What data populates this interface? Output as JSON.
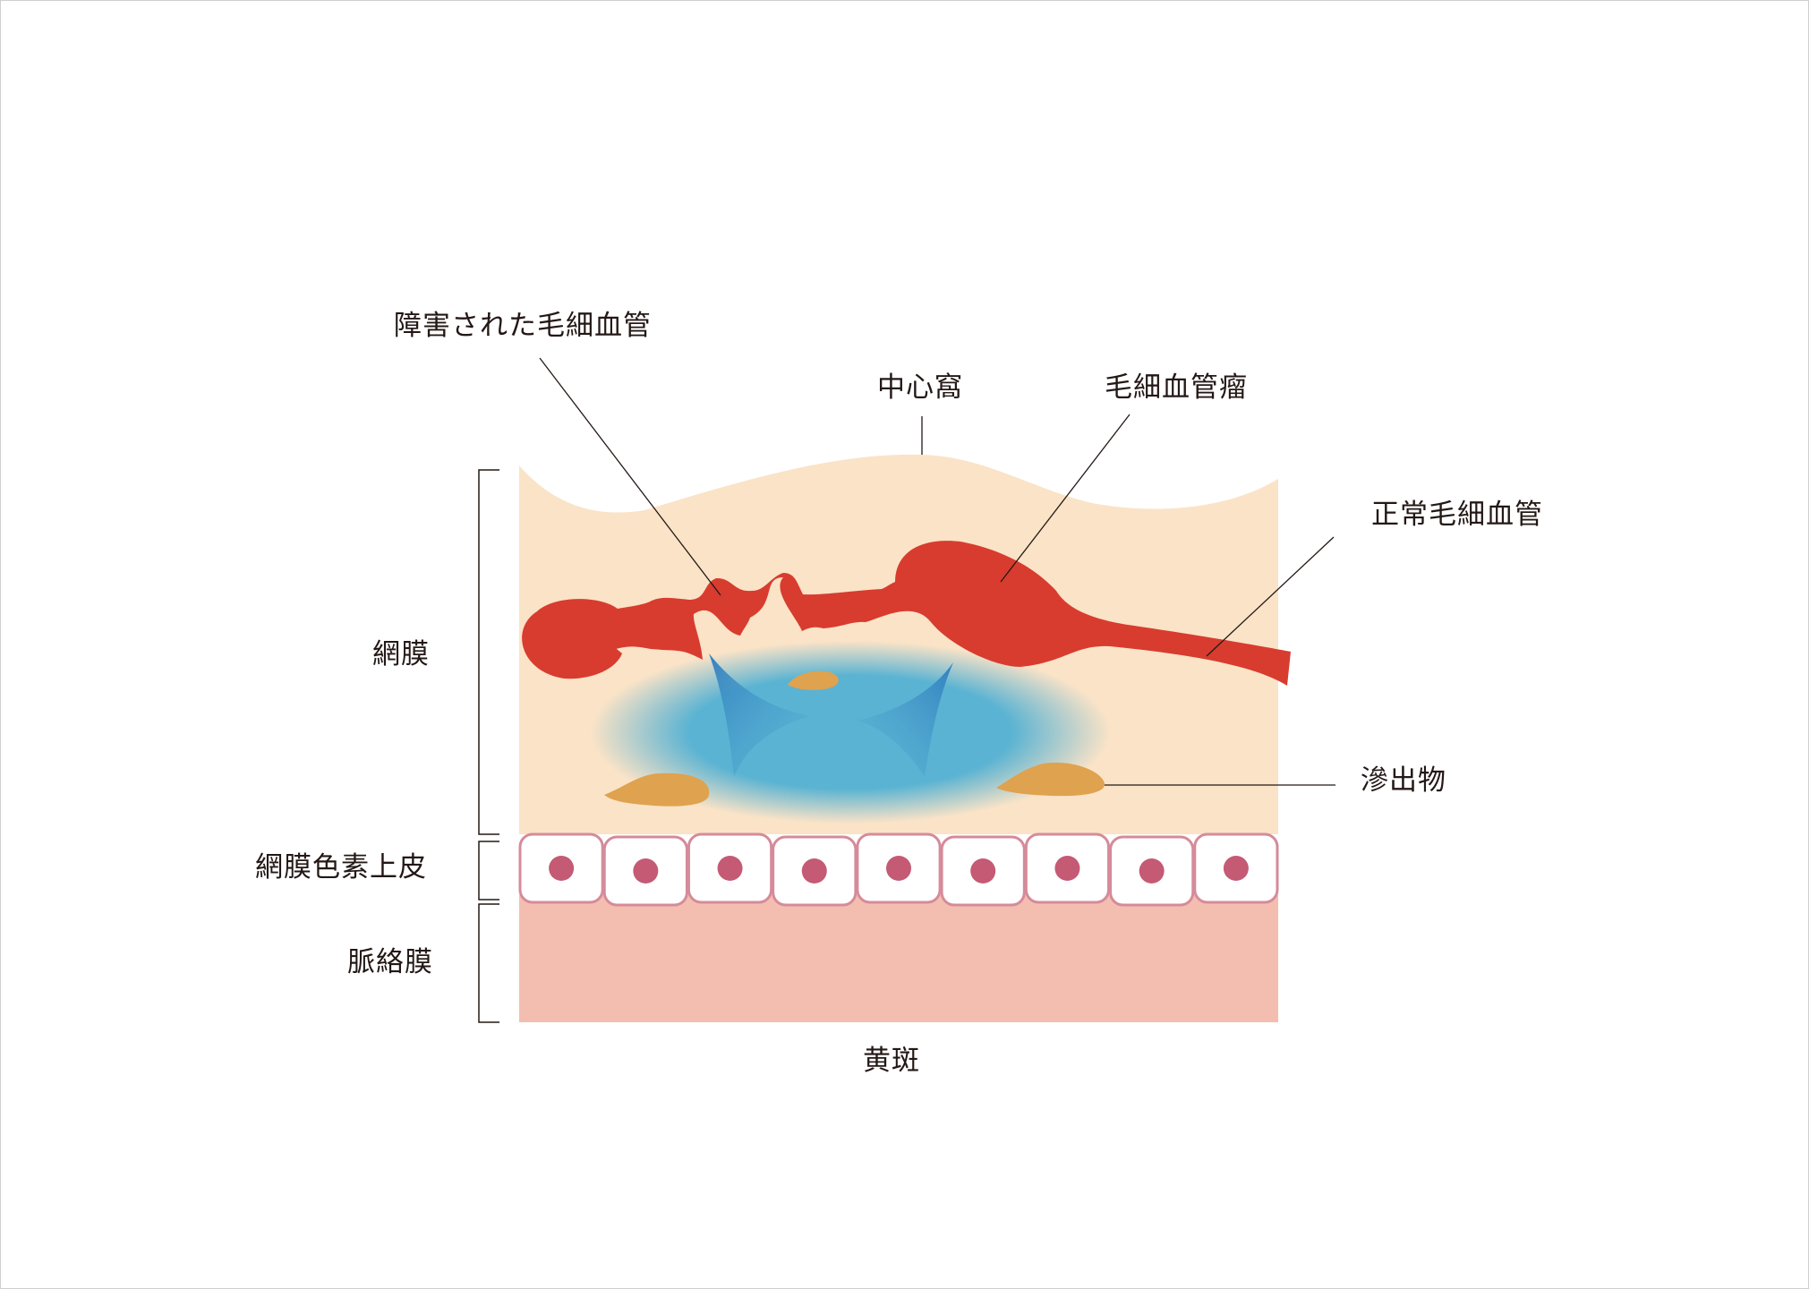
{
  "labels": {
    "damaged_capillary": "障害された毛細血管",
    "fovea": "中心窩",
    "microaneurysm": "毛細血管瘤",
    "normal_capillary": "正常毛細血管",
    "retina": "網膜",
    "exudate": "滲出物",
    "rpe": "網膜色素上皮",
    "choroid": "脈絡膜",
    "macula": "黄斑"
  },
  "colors": {
    "retina_fill": "#fae3c7",
    "choroid_fill": "#f3beb0",
    "vessel": "#d83c2f",
    "edema": "#5ab3d3",
    "exudate": "#dfa24f",
    "rpe_cell_border": "#d58b9a",
    "rpe_nucleus": "#c45a74",
    "line": "#231815"
  },
  "rpe": {
    "cell_count": 9
  }
}
